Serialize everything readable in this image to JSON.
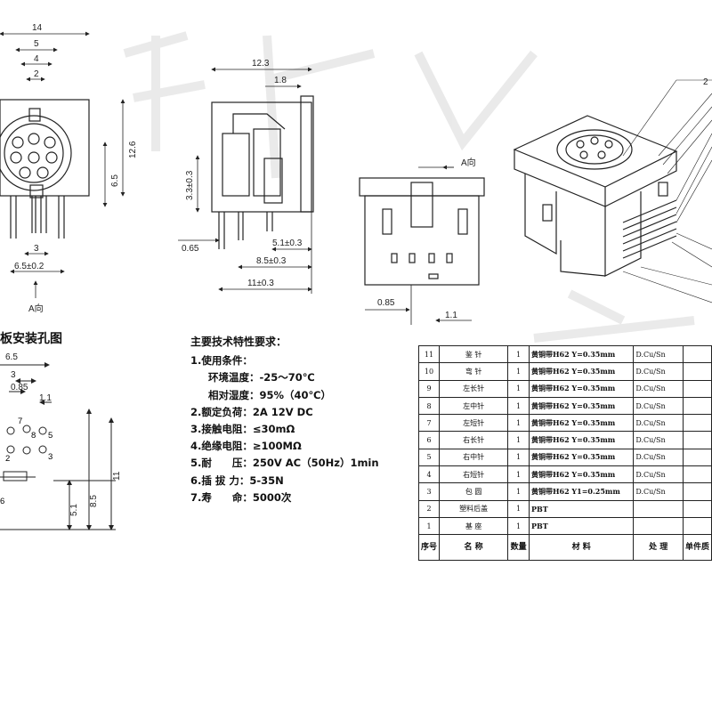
{
  "front_view": {
    "dims_top": [
      "14",
      "5",
      "4",
      "2"
    ],
    "dim_right": "12.6",
    "dim_left": "6.5",
    "dim_bottom_small": "3",
    "dim_bottom": "6.5±0.2",
    "view_label": "A向"
  },
  "side_view": {
    "dim_top": "12.3",
    "dim_top2": "1.8",
    "dim_height": "3.3±0.3",
    "dim_pin": "0.65",
    "dim_a": "5.1±0.3",
    "dim_b": "8.5±0.3",
    "dim_c": "11±0.3"
  },
  "bottom_view": {
    "view_label": "A向",
    "dim_left": "0.85",
    "dim_right": "1.1"
  },
  "iso_view": {
    "callout": "2"
  },
  "pcb_layout": {
    "title": "板安装孔图",
    "dims": [
      "6.5",
      "3",
      "0.85",
      "1.1",
      "8.5",
      "5.1",
      "11"
    ],
    "hole_numbers": [
      "7",
      "8",
      "5",
      "2",
      "3"
    ],
    "edge_number": "6"
  },
  "spec": {
    "title": "主要技术特性要求：",
    "lines": [
      "1.使用条件：",
      "环境温度：-25～70℃",
      "相对湿度：95%（40℃）",
      "2.额定负荷：2A 12V DC",
      "3.接触电阻：≤30mΩ",
      "4.绝缘电阻：≥100MΩ",
      "5.耐　　压：250V AC（50Hz）1min",
      "6.插 拔 力：5-35N",
      "7.寿　　命：5000次"
    ]
  },
  "bom": {
    "rows": [
      {
        "no": "11",
        "name": "鉴 针",
        "qty": "1",
        "material": "黄铜带H62 Y=0.35mm",
        "process": "D.Cu/Sn"
      },
      {
        "no": "10",
        "name": "弯 针",
        "qty": "1",
        "material": "黄铜带H62 Y=0.35mm",
        "process": "D.Cu/Sn"
      },
      {
        "no": "9",
        "name": "左长针",
        "qty": "1",
        "material": "黄铜带H62 Y=0.35mm",
        "process": "D.Cu/Sn"
      },
      {
        "no": "8",
        "name": "左中针",
        "qty": "1",
        "material": "黄铜带H62 Y=0.35mm",
        "process": "D.Cu/Sn"
      },
      {
        "no": "7",
        "name": "左短针",
        "qty": "1",
        "material": "黄铜带H62 Y=0.35mm",
        "process": "D.Cu/Sn"
      },
      {
        "no": "6",
        "name": "右长针",
        "qty": "1",
        "material": "黄铜带H62 Y=0.35mm",
        "process": "D.Cu/Sn"
      },
      {
        "no": "5",
        "name": "右中针",
        "qty": "1",
        "material": "黄铜带H62 Y=0.35mm",
        "process": "D.Cu/Sn"
      },
      {
        "no": "4",
        "name": "右短针",
        "qty": "1",
        "material": "黄铜带H62 Y=0.35mm",
        "process": "D.Cu/Sn"
      },
      {
        "no": "3",
        "name": "包 圆",
        "qty": "1",
        "material": "黄铜带H62 Y1=0.25mm",
        "process": "D.Cu/Sn"
      },
      {
        "no": "2",
        "name": "塑料后盖",
        "qty": "1",
        "material": "PBT",
        "process": ""
      },
      {
        "no": "1",
        "name": "基 座",
        "qty": "1",
        "material": "PBT",
        "process": ""
      }
    ],
    "header": {
      "no": "序号",
      "name": "名 称",
      "qty": "数量",
      "material": "材 料",
      "process": "处 理",
      "extra": "单件质"
    }
  }
}
